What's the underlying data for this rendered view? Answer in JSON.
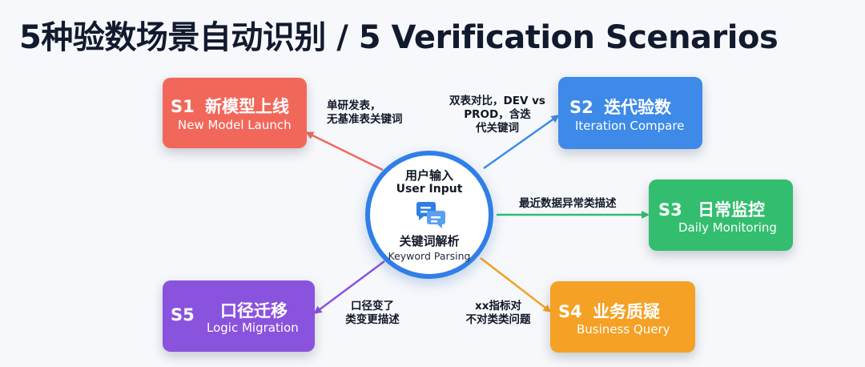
{
  "title": "5种验数场景自动识别 / 5 Verification Scenarios",
  "hub": {
    "line1": "用户输入",
    "line2": "User Input",
    "line3": "关键词解析",
    "line4": "Keyword Parsing",
    "icon": "chat-bubbles-icon"
  },
  "scenarios": [
    {
      "id": "S1",
      "title_cn": "新模型上线",
      "title_en": "New Model Launch",
      "color": "#f1685b",
      "trigger": [
        "单研发表，",
        "无基准表关键词"
      ]
    },
    {
      "id": "S2",
      "title_cn": "迭代验数",
      "title_en": "Iteration Compare",
      "color": "#3d8ae8",
      "trigger": [
        "双表对比，DEV vs",
        "PROD，含迭",
        "代关键词"
      ]
    },
    {
      "id": "S3",
      "title_cn": "日常监控",
      "title_en": "Daily Monitoring",
      "color": "#33bd6e",
      "trigger": [
        "最近数据异常类描述"
      ]
    },
    {
      "id": "S4",
      "title_cn": "业务质疑",
      "title_en": "Business Query",
      "color": "#f5a125",
      "trigger": [
        "xx指标对",
        "不对类类问题"
      ]
    },
    {
      "id": "S5",
      "title_cn": "口径迁移",
      "title_en": "Logic Migration",
      "color": "#8a53de",
      "trigger": [
        "口径变了",
        "类变更描述"
      ]
    }
  ]
}
